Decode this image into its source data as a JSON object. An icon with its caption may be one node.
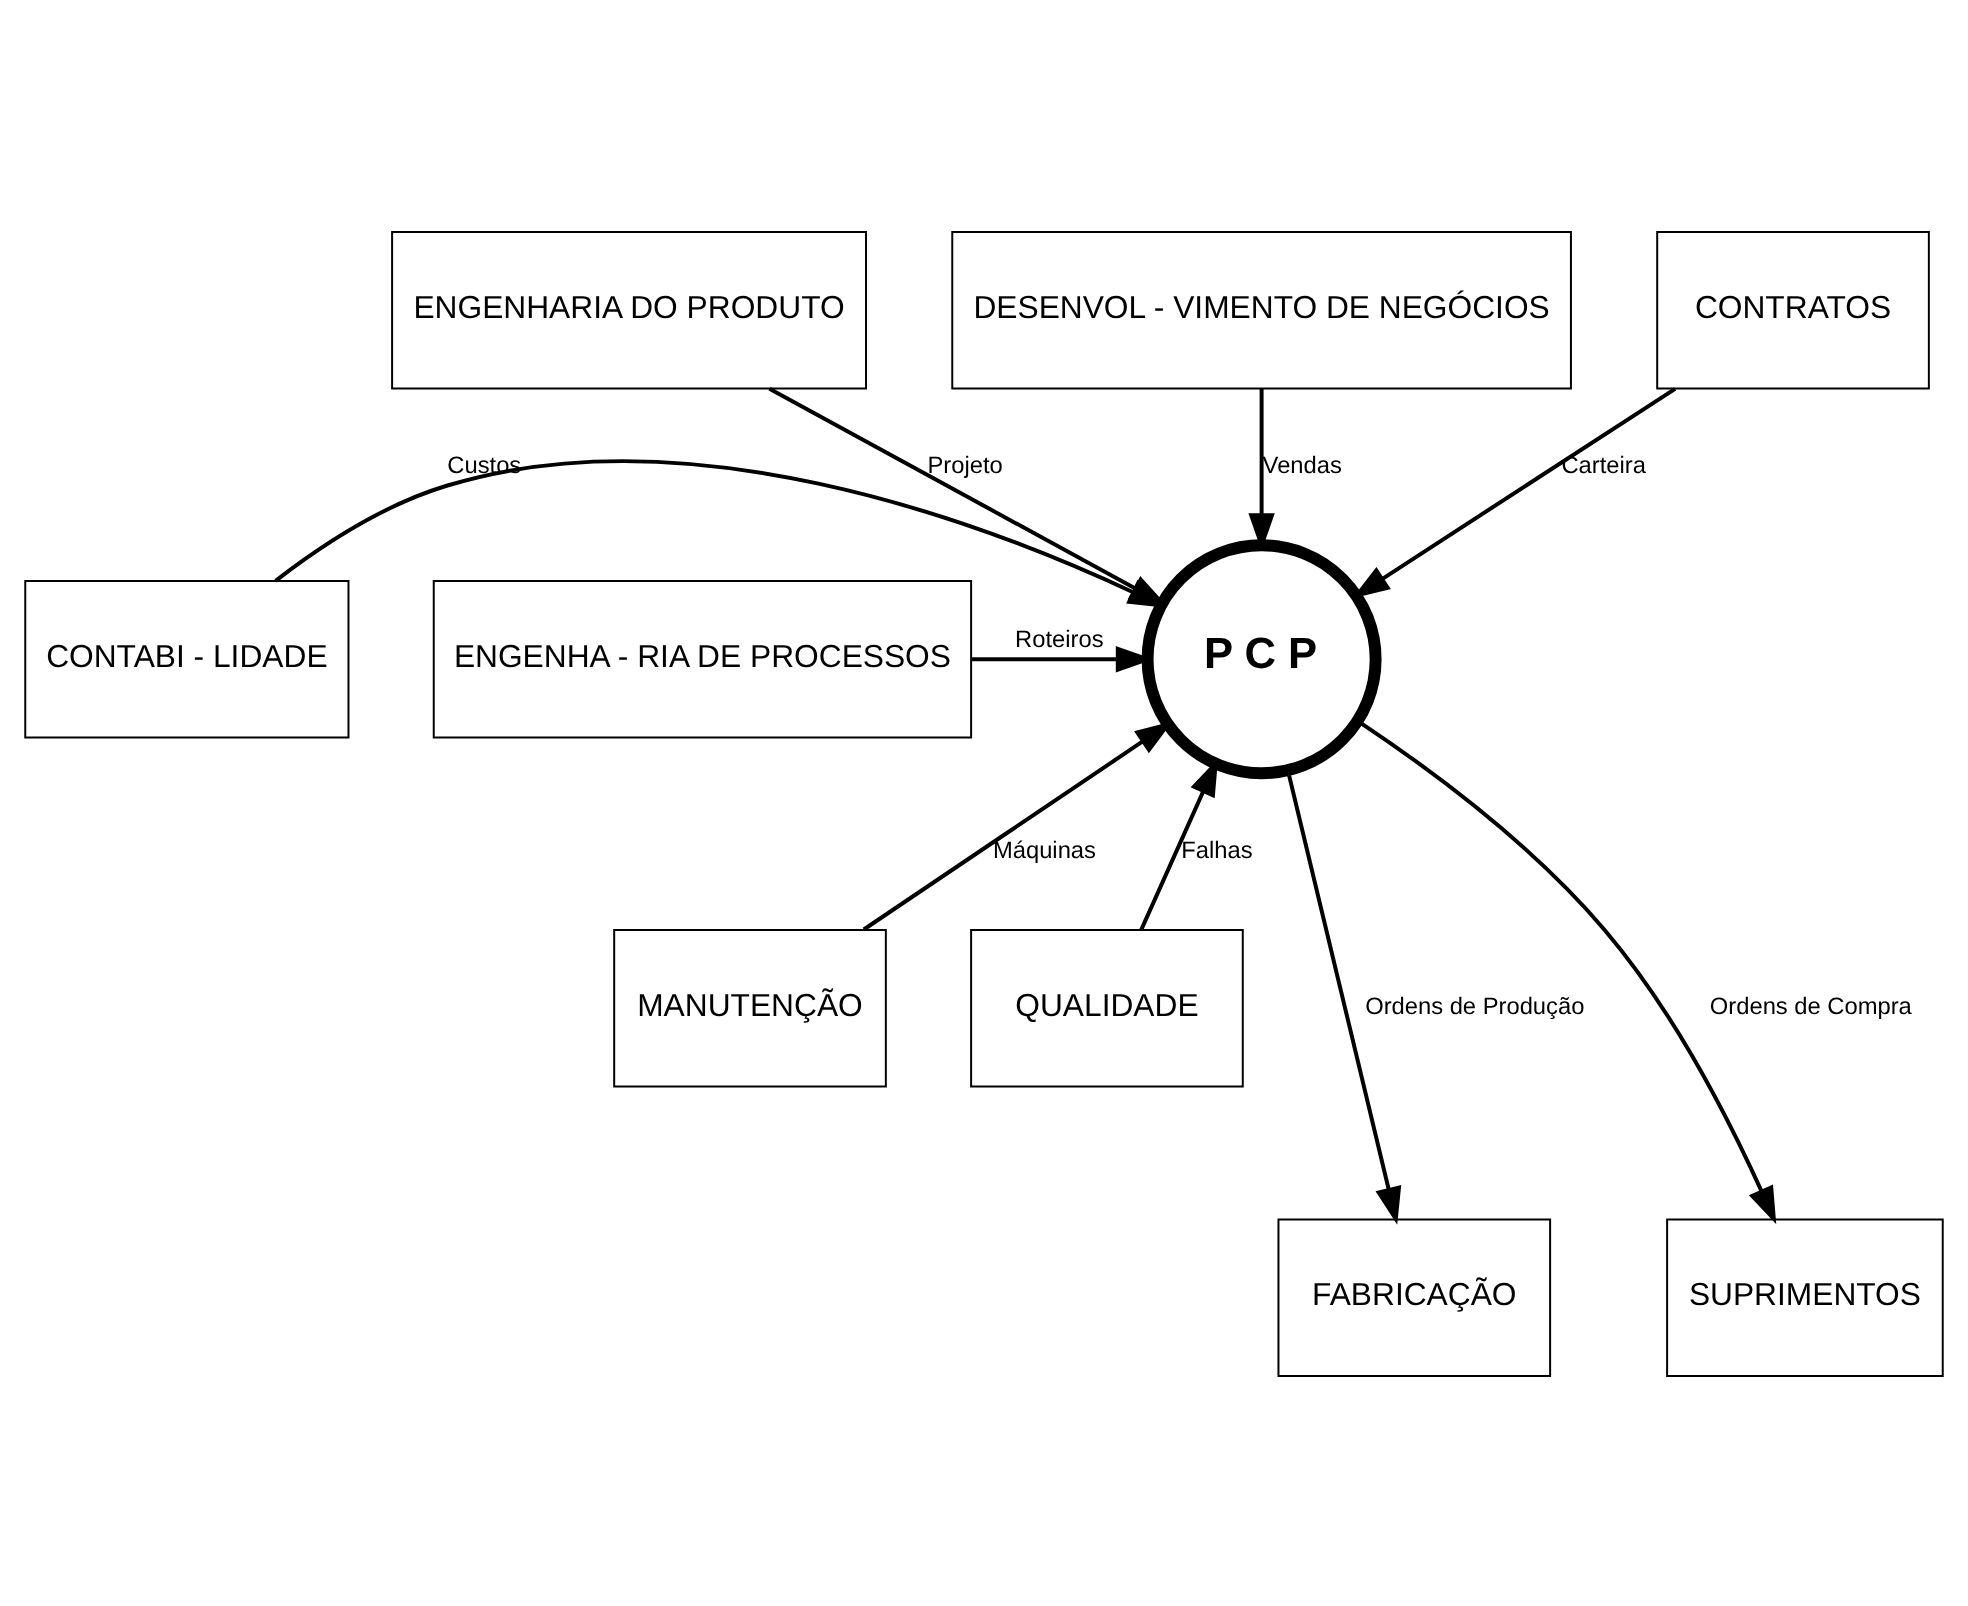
{
  "diagram": {
    "nodes": [
      {
        "text": [
          "ENGENHARIA DO PRODUTO"
        ]
      },
      {
        "text": [
          "DESENVOL - VIMENTO DE NEGÓCIOS"
        ]
      },
      {
        "text": [
          "CONTRATOS"
        ]
      },
      {
        "text": [
          "CONTABI - LIDADE"
        ]
      },
      {
        "text": [
          "ENGENHA - RIA DE PROCESSOS"
        ]
      },
      {
        "text": [
          "P C P"
        ]
      },
      {
        "text": [
          "MANUTENÇÃO"
        ]
      },
      {
        "text": [
          "QUALIDADE"
        ]
      },
      {
        "text": [
          "FABRICAÇÃO"
        ]
      },
      {
        "text": [
          "SUPRIMENTOS"
        ]
      }
    ],
    "edges": [
      {
        "from": 1,
        "to": 5,
        "arrow": "to",
        "label": "Vendas"
      },
      {
        "from": 0,
        "to": 5,
        "arrow": "to",
        "label": "Projeto"
      },
      {
        "from": 2,
        "to": 5,
        "arrow": "to",
        "label": "Carteira"
      },
      {
        "from": 4,
        "to": 5,
        "arrow": "to",
        "label": "Roteiros"
      },
      {
        "from": 3,
        "to": 5,
        "arrow": "to",
        "label": "Custos"
      },
      {
        "from": 7,
        "to": 5,
        "arrow": "to",
        "label": "Falhas"
      },
      {
        "from": 6,
        "to": 5,
        "arrow": "to",
        "label": "Máquinas"
      },
      {
        "from": 5,
        "to": 8,
        "arrow": "to",
        "label": "Ordens de Produção"
      },
      {
        "from": 5,
        "to": 9,
        "arrow": "to",
        "label": "Ordens de Compra"
      }
    ]
  }
}
